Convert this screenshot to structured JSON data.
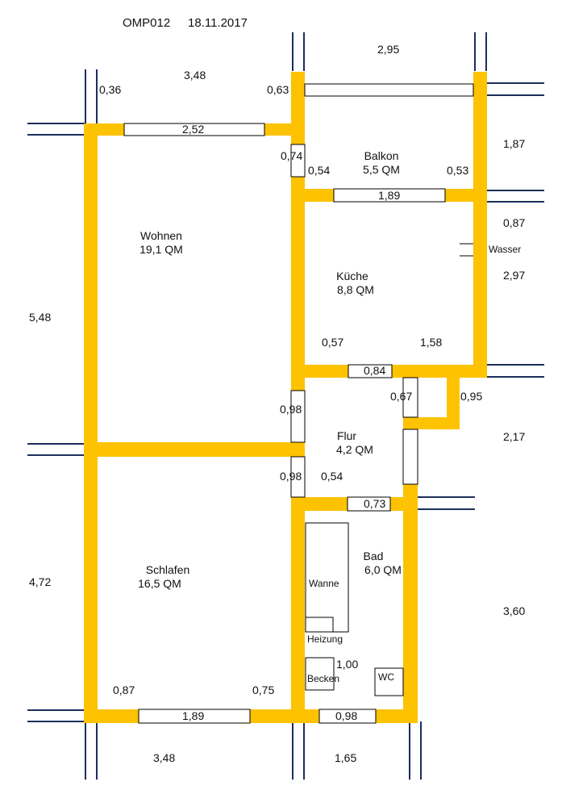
{
  "header": {
    "code": "OMP012",
    "date": "18.11.2017"
  },
  "colors": {
    "wall": "#fdc200",
    "rail": "#1c2e5c",
    "outline": "#000000",
    "background": "#ffffff"
  },
  "rooms": {
    "wohnen": {
      "name": "Wohnen",
      "area": "19,1 QM"
    },
    "balkon": {
      "name": "Balkon",
      "area": "5,5 QM"
    },
    "kueche": {
      "name": "Küche",
      "area": "8,8 QM"
    },
    "flur": {
      "name": "Flur",
      "area": "4,2 QM"
    },
    "schlafen": {
      "name": "Schlafen",
      "area": "16,5 QM"
    },
    "bad": {
      "name": "Bad",
      "area": "6,0 QM"
    }
  },
  "fixtures": {
    "wanne": "Wanne",
    "heizung": "Heizung",
    "becken": "Becken",
    "wc": "WC",
    "wasser": "Wasser"
  },
  "dimensions": {
    "top_right": "2,95",
    "top_left": "3,48",
    "left_corner": "0,36",
    "top_mid": "0,63",
    "window_top_left": "2,52",
    "right_balkon": "1,87",
    "door_balkon": "0,74",
    "balkon_left": "0,54",
    "balkon_right": "0,53",
    "window_kueche": "1,89",
    "right_upper": "0,87",
    "right_kueche": "2,97",
    "left_upper": "5,48",
    "kueche_left": "0,57",
    "kueche_right": "1,58",
    "door_kueche": "0,84",
    "stub": "0,67",
    "right_stub": "0,95",
    "flur_door_upper": "0,98",
    "right_flur": "2,17",
    "flur_door_lower": "0,98",
    "flur_right": "0,54",
    "door_bad": "0,73",
    "left_lower": "4,72",
    "right_bad": "3,60",
    "becken": "1,00",
    "schlafen_left": "0,87",
    "schlafen_right": "0,75",
    "window_schlafen": "1,89",
    "window_bad": "0,98",
    "bottom_left": "3,48",
    "bottom_right": "1,65"
  }
}
